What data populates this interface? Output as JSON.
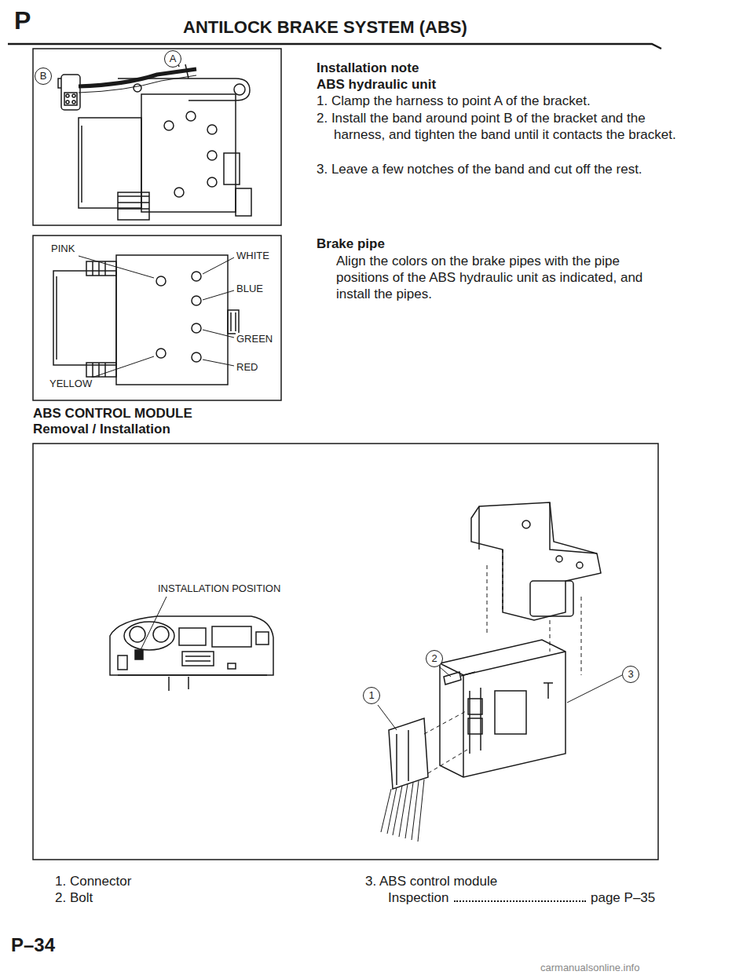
{
  "diagram": {
    "title": "ANTILOCK BRAKE SYSTEM (ABS)",
    "labels": [
      "P",
      "A",
      "B",
      "Installation note",
      "ABS hydraulic unit",
      "1. Clamp the harness to point A of the bracket.",
      "2. Install the band around point B of the bracket and the harness, and tighten the band until it contacts the bracket.",
      "3. Leave a few notches of the band and cut off the rest.",
      "PINK",
      "WHITE",
      "BLUE",
      "GREEN",
      "RED",
      "YELLOW",
      "Brake pipe",
      "Align the colors on the brake pipes with the pipe positions of the ABS hydraulic unit as indicated, and install the pipes.",
      "ABS CONTROL MODULE",
      "Removal / Installation",
      "INSTALLATION POSITION",
      "1",
      "2",
      "3",
      "1. Connector",
      "2. Bolt",
      "3. ABS control module",
      "Inspection",
      "page P–35",
      "P–34",
      "carmanualsonline.info"
    ]
  }
}
